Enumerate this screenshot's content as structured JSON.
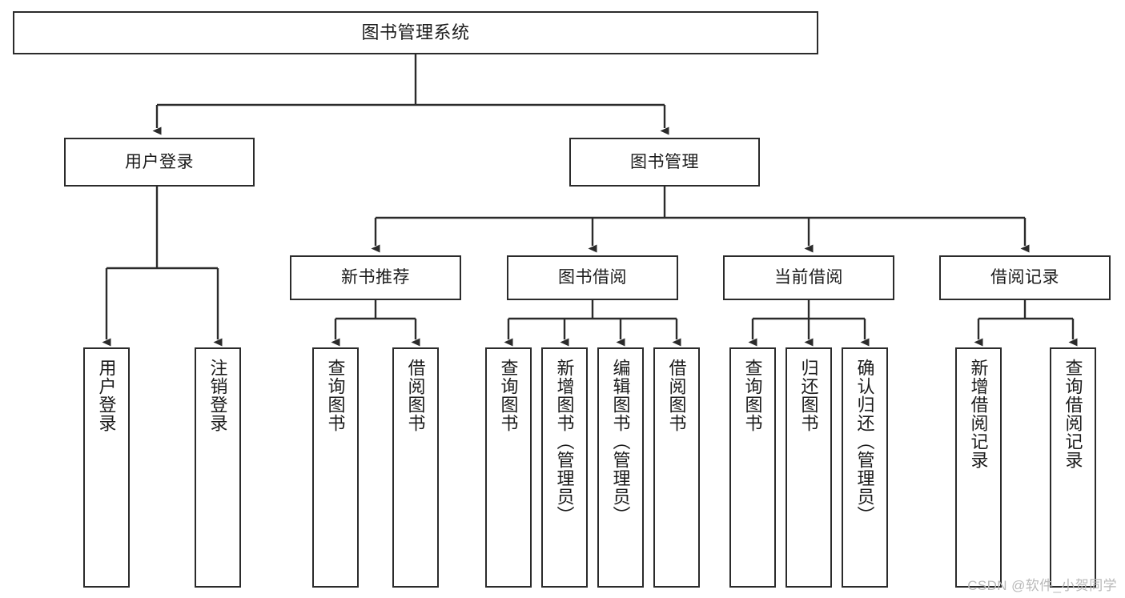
{
  "diagram": {
    "title": "图书管理系统",
    "orientation": "top-down-tree",
    "stroke_color": "#2b2b2b",
    "fill_color": "#ffffff",
    "text_color": "#1b1b1b"
  },
  "nodes": {
    "root": {
      "label": "图书管理系统"
    },
    "level2": [
      {
        "id": "user-login",
        "label": "用户登录"
      },
      {
        "id": "book-manage",
        "label": "图书管理"
      }
    ],
    "level3": [
      {
        "id": "new-book-recommend",
        "label": "新书推荐"
      },
      {
        "id": "book-borrow",
        "label": "图书借阅"
      },
      {
        "id": "current-borrow",
        "label": "当前借阅"
      },
      {
        "id": "borrow-record",
        "label": "借阅记录"
      }
    ],
    "leaves": {
      "user_login": [
        {
          "id": "leaf-user-login",
          "label": "用户登录"
        },
        {
          "id": "leaf-user-logout",
          "label": "注销登录"
        }
      ],
      "new_book_recommend": [
        {
          "id": "leaf-query-book-1",
          "label": "查询图书"
        },
        {
          "id": "leaf-borrow-book-1",
          "label": "借阅图书"
        }
      ],
      "book_borrow": [
        {
          "id": "leaf-query-book-2",
          "label": "查询图书"
        },
        {
          "id": "leaf-add-book",
          "label": "新增图书（管理员）"
        },
        {
          "id": "leaf-edit-book",
          "label": "编辑图书（管理员）"
        },
        {
          "id": "leaf-borrow-book-2",
          "label": "借阅图书"
        }
      ],
      "current_borrow": [
        {
          "id": "leaf-query-book-3",
          "label": "查询图书"
        },
        {
          "id": "leaf-return-book",
          "label": "归还图书"
        },
        {
          "id": "leaf-confirm-return",
          "label": "确认归还（管理员）"
        }
      ],
      "borrow_record": [
        {
          "id": "leaf-add-record",
          "label": "新增借阅记录"
        },
        {
          "id": "leaf-query-record",
          "label": "查询借阅记录"
        }
      ]
    }
  },
  "watermark": {
    "text": "CSDN @软件_小贺同学"
  }
}
